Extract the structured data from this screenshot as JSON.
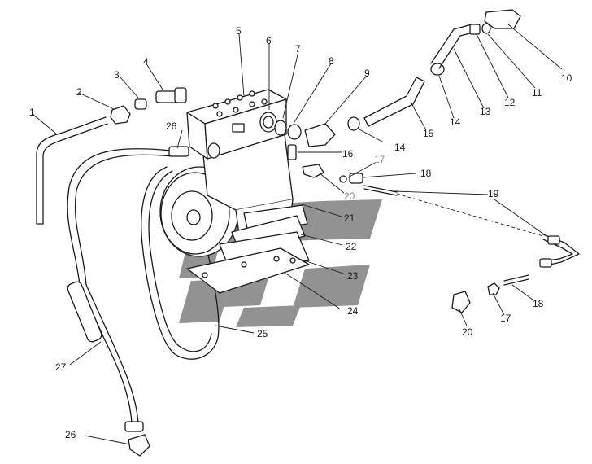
{
  "diagram": {
    "colors": {
      "line": "#1a1a1a",
      "background": "#ffffff",
      "watermark": "#7f7f7f",
      "muted_label": "#8a8a8a"
    },
    "callouts": [
      {
        "id": "c1",
        "label": "1"
      },
      {
        "id": "c2",
        "label": "2"
      },
      {
        "id": "c3",
        "label": "3"
      },
      {
        "id": "c4",
        "label": "4"
      },
      {
        "id": "c5",
        "label": "5"
      },
      {
        "id": "c6",
        "label": "6"
      },
      {
        "id": "c7",
        "label": "7"
      },
      {
        "id": "c8",
        "label": "8"
      },
      {
        "id": "c9",
        "label": "9"
      },
      {
        "id": "c10",
        "label": "10"
      },
      {
        "id": "c11",
        "label": "11"
      },
      {
        "id": "c12",
        "label": "12"
      },
      {
        "id": "c13",
        "label": "13"
      },
      {
        "id": "c14a",
        "label": "14"
      },
      {
        "id": "c14b",
        "label": "14"
      },
      {
        "id": "c15",
        "label": "15"
      },
      {
        "id": "c16",
        "label": "16"
      },
      {
        "id": "c17a",
        "label": "17"
      },
      {
        "id": "c17b",
        "label": "17"
      },
      {
        "id": "c18a",
        "label": "18"
      },
      {
        "id": "c18b",
        "label": "18"
      },
      {
        "id": "c19",
        "label": "19"
      },
      {
        "id": "c20a",
        "label": "20"
      },
      {
        "id": "c20b",
        "label": "20"
      },
      {
        "id": "c21",
        "label": "21"
      },
      {
        "id": "c22",
        "label": "22"
      },
      {
        "id": "c23",
        "label": "23"
      },
      {
        "id": "c24",
        "label": "24"
      },
      {
        "id": "c25",
        "label": "25"
      },
      {
        "id": "c26a",
        "label": "26"
      },
      {
        "id": "c26b",
        "label": "26"
      },
      {
        "id": "c27",
        "label": "27"
      }
    ]
  }
}
